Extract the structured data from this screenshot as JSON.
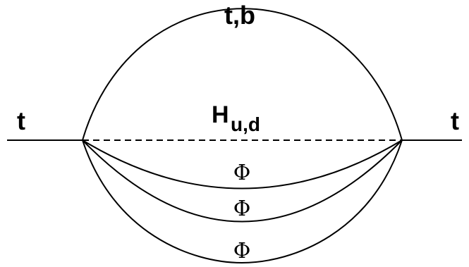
{
  "diagram": {
    "labels": {
      "external_left": "t",
      "external_right": "t",
      "top_arc": "t,b",
      "higgs_main": "H",
      "higgs_subscript": "u,d",
      "phi_1": "Φ",
      "phi_2": "Φ",
      "phi_3": "Φ"
    },
    "styles": {
      "line_color": "#000000",
      "background": "#ffffff"
    }
  }
}
